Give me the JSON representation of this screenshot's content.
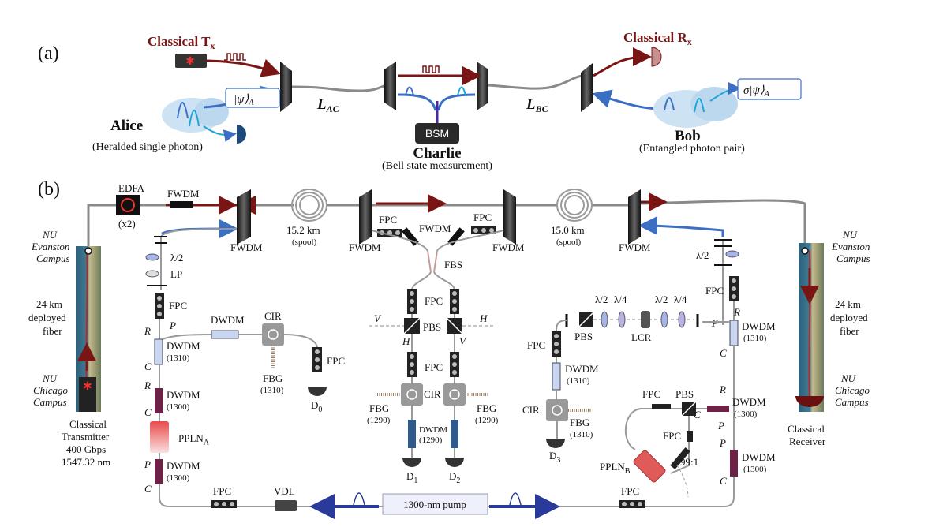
{
  "panel_a": {
    "label": "(a)",
    "classical_tx": "Classical T",
    "classical_tx_sub": "x",
    "classical_rx": "Classical R",
    "classical_rx_sub": "x",
    "state_a": "|ψ⟩",
    "state_a_sub": "A",
    "state_b": "σ|ψ⟩",
    "state_b_sub": "A",
    "alice": "Alice",
    "alice_sub": "(Heralded single photon)",
    "bob": "Bob",
    "bob_sub": "(Entangled photon pair)",
    "charlie": "Charlie",
    "charlie_sub": "(Bell state measurement)",
    "bsm": "BSM",
    "lac": "L",
    "lac_sub": "AC",
    "lbc": "L",
    "lbc_sub": "BC"
  },
  "panel_b": {
    "label": "(b)",
    "edfa": "EDFA",
    "edfa_count": "(x2)",
    "fwdm": "FWDM",
    "spool1_len": "15.2 km",
    "spool2_len": "15.0 km",
    "spool": "(spool)",
    "fpc": "FPC",
    "fbs": "FBS",
    "pbs": "PBS",
    "cir": "CIR",
    "fbg": "FBG",
    "fbg_1290": "(1290)",
    "fbg_1310": "(1310)",
    "dwdm": "DWDM",
    "dwdm_1310": "(1310)",
    "dwdm_1300": "(1300)",
    "dwdm_1290": "(1290)",
    "half_wave": "λ/2",
    "quarter_wave": "λ/4",
    "lp": "LP",
    "lcr": "LCR",
    "ppln_a": "PPLN",
    "ppln_a_sub": "A",
    "ppln_b": "PPLN",
    "ppln_b_sub": "B",
    "split": "99:1",
    "vdl": "VDL",
    "pump": "1300-nm pump",
    "port_r": "R",
    "port_p": "P",
    "port_c": "C",
    "pol_v": "V",
    "pol_h": "H",
    "d0": "D",
    "d0_sub": "0",
    "d1": "D",
    "d1_sub": "1",
    "d2": "D",
    "d2_sub": "2",
    "d3": "D",
    "d3_sub": "3",
    "nu_evanston_1": "NU",
    "nu_evanston_2": "Evanston",
    "nu_evanston_3": "Campus",
    "nu_chicago_1": "NU",
    "nu_chicago_2": "Chicago",
    "nu_chicago_3": "Campus",
    "deployed_1": "24 km",
    "deployed_2": "deployed",
    "deployed_3": "fiber",
    "tx_title_1": "Classical",
    "tx_title_2": "Transmitter",
    "tx_rate": "400 Gbps",
    "tx_wavelength": "1547.32 nm",
    "rx_title_1": "Classical",
    "rx_title_2": "Receiver"
  },
  "colors": {
    "classical": "#7a1515",
    "quantum": "#3b6fc4",
    "fiber": "#8a8a8a",
    "dwdm_1310": "#c9d6f2",
    "dwdm_1300": "#6d2146",
    "dwdm_1290": "#2e5b8c",
    "ppln_a": "#e84a4a",
    "ppln_b": "#e05a5a"
  }
}
